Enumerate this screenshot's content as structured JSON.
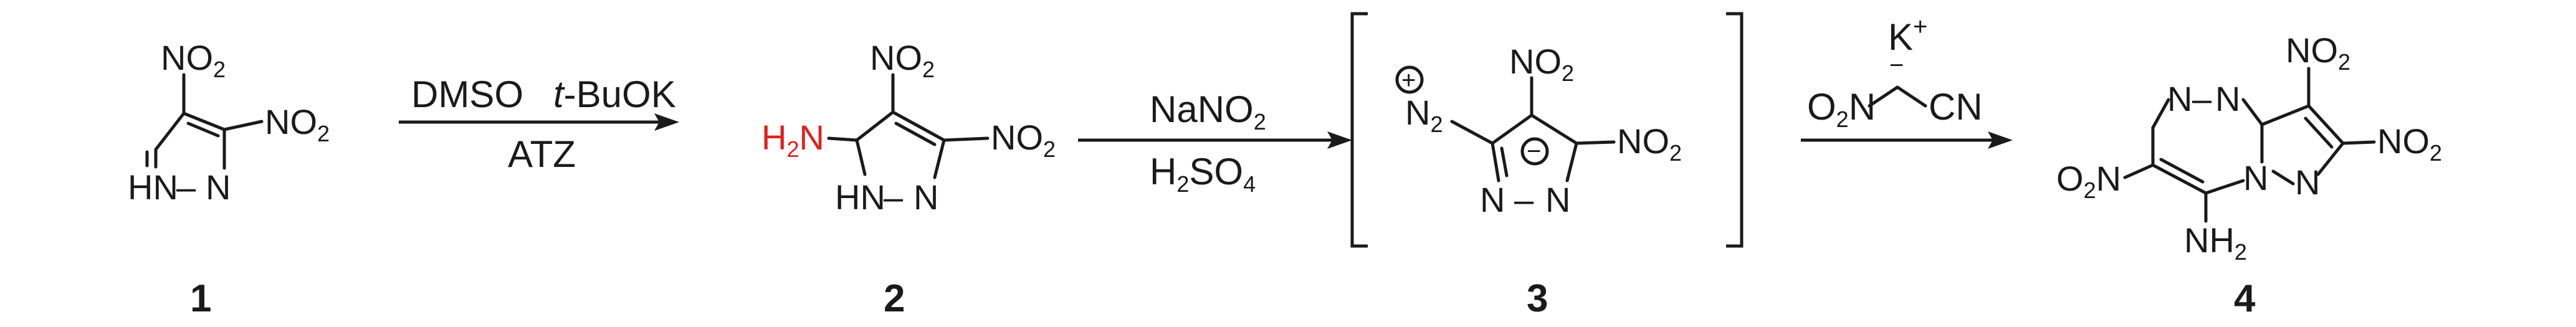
{
  "compounds": [
    {
      "label": "1"
    },
    {
      "label": "2"
    },
    {
      "label": "3"
    },
    {
      "label": "4"
    }
  ],
  "atoms": {
    "no2_main": "NO",
    "no2_sub": "2",
    "no2_left_main": "O",
    "no2_left_sub": "2",
    "no2_left_tail": "N",
    "hn": "HN",
    "n": "N",
    "dash": "–",
    "h2n_h": "H",
    "h2n_sub": "2",
    "h2n_n": "N",
    "n2_n": "N",
    "n2_sub": "2",
    "nh2_n": "NH",
    "nh2_sub": "2",
    "plus_circle": "+",
    "minus_circle": "−"
  },
  "reactions": [
    {
      "reagents_above": [
        "DMSO",
        "t",
        "-BuOK"
      ],
      "reagents_below": [
        "ATZ"
      ]
    },
    {
      "reagents_above": [
        "NaNO",
        "2"
      ],
      "reagents_below": [
        "H",
        "2",
        "SO",
        "4"
      ]
    },
    {
      "reagent_cation": "K",
      "reagent_cation_charge": "+",
      "reagent_anion_minus": "−",
      "reagent_fragments": [
        "O",
        "2",
        "N",
        "CN"
      ]
    }
  ]
}
